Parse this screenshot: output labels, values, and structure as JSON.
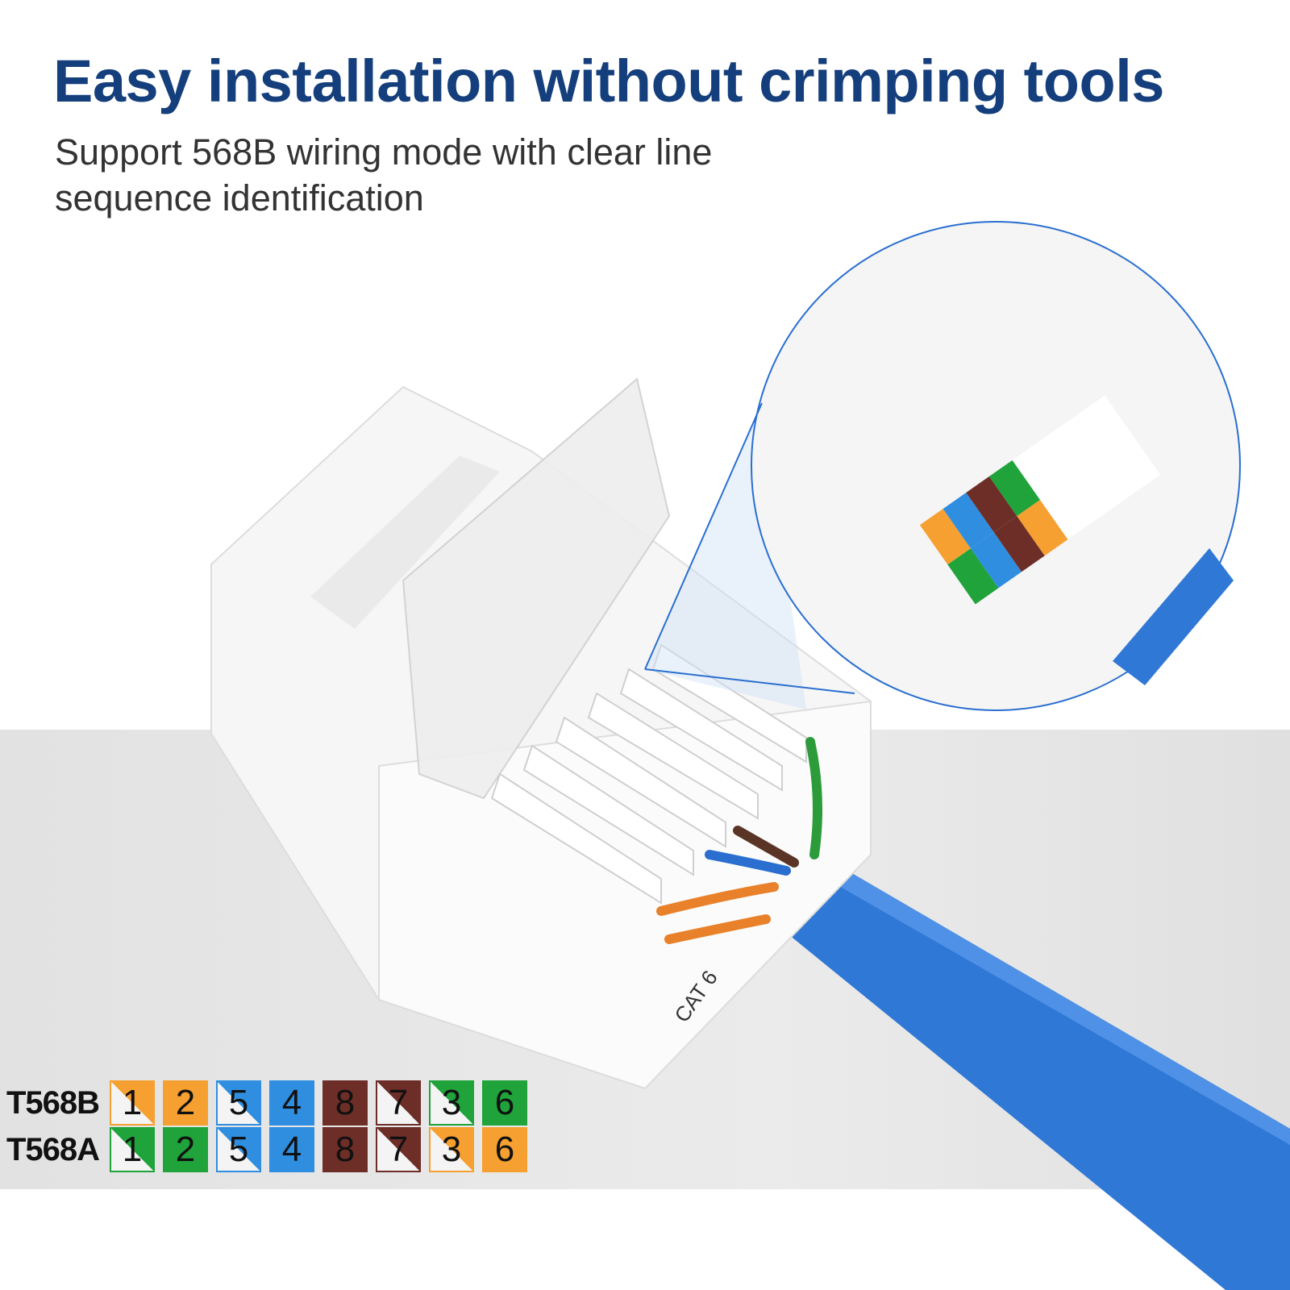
{
  "title": "Easy installation without crimping tools",
  "subtitle": "Support 568B wiring mode with clear line sequence identification",
  "jack_label": "CAT 6",
  "colors": {
    "title": "#143f7c",
    "cable": "#2f78d6",
    "orange": "#f5a030",
    "blue": "#2f8ee0",
    "brown": "#6e2e28",
    "green": "#1fa33a"
  },
  "standards": [
    {
      "label": "T568B",
      "pins": [
        {
          "n": "1",
          "color": "#f5a030",
          "striped": true
        },
        {
          "n": "2",
          "color": "#f5a030",
          "striped": false
        },
        {
          "n": "5",
          "color": "#2f8ee0",
          "striped": true
        },
        {
          "n": "4",
          "color": "#2f8ee0",
          "striped": false
        },
        {
          "n": "8",
          "color": "#6e2e28",
          "striped": false
        },
        {
          "n": "7",
          "color": "#6e2e28",
          "striped": true
        },
        {
          "n": "3",
          "color": "#1fa33a",
          "striped": true
        },
        {
          "n": "6",
          "color": "#1fa33a",
          "striped": false
        }
      ]
    },
    {
      "label": "T568A",
      "pins": [
        {
          "n": "1",
          "color": "#1fa33a",
          "striped": true
        },
        {
          "n": "2",
          "color": "#1fa33a",
          "striped": false
        },
        {
          "n": "5",
          "color": "#2f8ee0",
          "striped": true
        },
        {
          "n": "4",
          "color": "#2f8ee0",
          "striped": false
        },
        {
          "n": "8",
          "color": "#6e2e28",
          "striped": false
        },
        {
          "n": "7",
          "color": "#6e2e28",
          "striped": true
        },
        {
          "n": "3",
          "color": "#f5a030",
          "striped": true
        },
        {
          "n": "6",
          "color": "#f5a030",
          "striped": false
        }
      ]
    }
  ]
}
